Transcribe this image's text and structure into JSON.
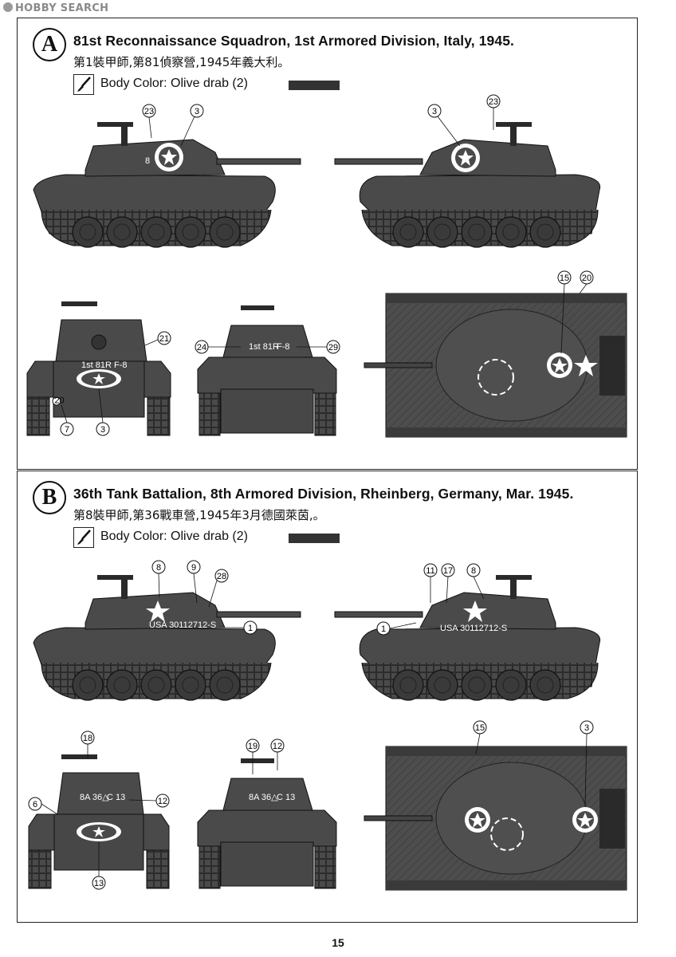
{
  "watermark": "HOBBY SEARCH",
  "page_number": "15",
  "panels": [
    {
      "id": "A",
      "badge": "A",
      "title": "81st Reconnaissance Squadron, 1st Armored Division, Italy, 1945.",
      "subtitle": "第1裝甲師,第81偵察營,1945年義大利。",
      "body_color_label": "Body Color:",
      "body_color_value": "Olive drab (2)",
      "swatch_color": "#333333",
      "callouts": {
        "left_23": "23",
        "left_3": "3",
        "right_3": "3",
        "right_23": "23",
        "front_21": "21",
        "front_7": "7",
        "front_3": "3",
        "rear_24": "24",
        "rear_29": "29",
        "top_15": "15",
        "top_20": "20"
      },
      "markings": {
        "front_plate": "1st 81R F-8",
        "rear_plate_left": "1st 81R",
        "rear_plate_right": "F-8",
        "turret_number": "8",
        "hull_roundel_small": "20"
      }
    },
    {
      "id": "B",
      "badge": "B",
      "title": "36th Tank Battalion, 8th Armored Division, Rheinberg, Germany, Mar. 1945.",
      "subtitle": "第8裝甲師,第36戰車營,1945年3月德國萊茵,。",
      "body_color_label": "Body Color:",
      "body_color_value": "Olive drab (2)",
      "swatch_color": "#333333",
      "callouts": {
        "left_8": "8",
        "left_9": "9",
        "left_28": "28",
        "left_1": "1",
        "right_11": "11",
        "right_17": "17",
        "right_8": "8",
        "right_1": "1",
        "front_18": "18",
        "front_6": "6",
        "front_12": "12",
        "front_13": "13",
        "rear_19": "19",
        "rear_12": "12",
        "top_15": "15",
        "top_3": "3"
      },
      "markings": {
        "serial_left": "USA 30112712-S",
        "serial_right": "USA 30112712-S",
        "front_left": "8A 36△",
        "front_right": "C 13",
        "rear_left": "8A 36△",
        "rear_right": "C 13"
      }
    }
  ],
  "colors": {
    "tank": "#4a4a4a",
    "tank_dark": "#262626",
    "tank_light": "#6a6a6a",
    "marking": "#ffffff",
    "line": "#111111"
  }
}
